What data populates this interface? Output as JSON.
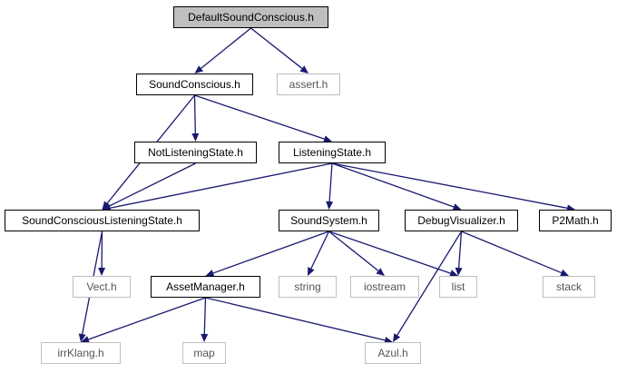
{
  "graph": {
    "edge_color": "#191970",
    "nodes": {
      "root": "DefaultSoundConscious.h",
      "sound_conscious": "SoundConscious.h",
      "assert": "assert.h",
      "not_listening_state": "NotListeningState.h",
      "listening_state": "ListeningState.h",
      "sc_listening_state": "SoundConsciousListeningState.h",
      "sound_system": "SoundSystem.h",
      "debug_visualizer": "DebugVisualizer.h",
      "p2math": "P2Math.h",
      "vect": "Vect.h",
      "string": "string",
      "iostream": "iostream",
      "list": "list",
      "stack": "stack",
      "asset_manager": "AssetManager.h",
      "irrklang": "irrKlang.h",
      "map": "map",
      "azul": "Azul.h"
    },
    "edges": [
      [
        "root",
        "sound_conscious"
      ],
      [
        "root",
        "assert"
      ],
      [
        "sound_conscious",
        "not_listening_state"
      ],
      [
        "sound_conscious",
        "listening_state"
      ],
      [
        "sound_conscious",
        "sc_listening_state"
      ],
      [
        "not_listening_state",
        "sc_listening_state"
      ],
      [
        "listening_state",
        "sc_listening_state"
      ],
      [
        "listening_state",
        "sound_system"
      ],
      [
        "listening_state",
        "debug_visualizer"
      ],
      [
        "listening_state",
        "p2math"
      ],
      [
        "sc_listening_state",
        "vect"
      ],
      [
        "sc_listening_state",
        "irrklang"
      ],
      [
        "sound_system",
        "asset_manager"
      ],
      [
        "sound_system",
        "string"
      ],
      [
        "sound_system",
        "iostream"
      ],
      [
        "sound_system",
        "list"
      ],
      [
        "debug_visualizer",
        "list"
      ],
      [
        "debug_visualizer",
        "stack"
      ],
      [
        "debug_visualizer",
        "azul"
      ],
      [
        "asset_manager",
        "irrklang"
      ],
      [
        "asset_manager",
        "map"
      ],
      [
        "asset_manager",
        "azul"
      ]
    ]
  }
}
